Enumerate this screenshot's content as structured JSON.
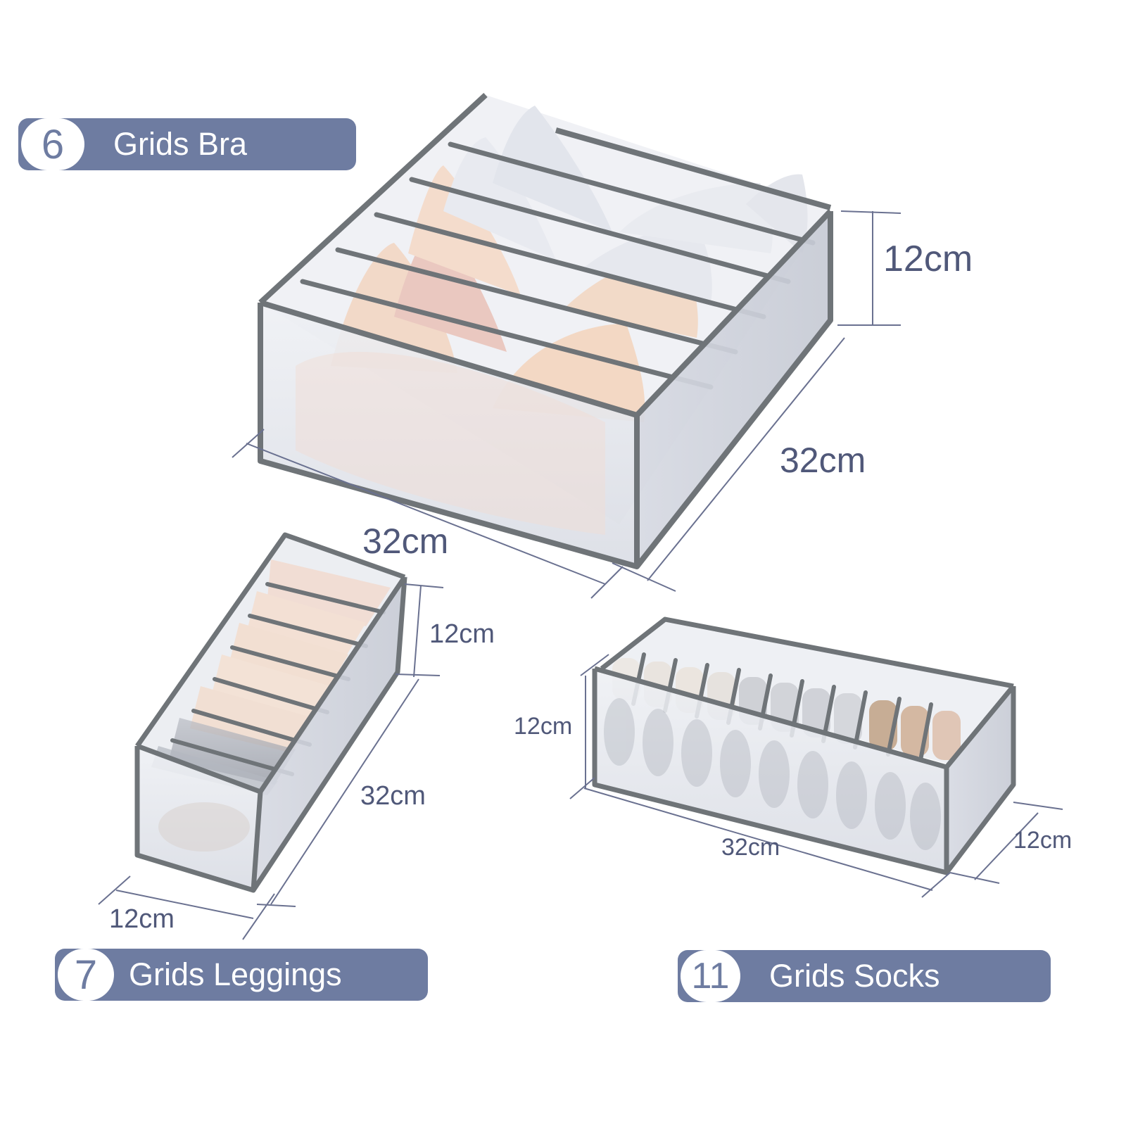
{
  "products": [
    {
      "id": "bra",
      "badge_number": "6",
      "title": "Grids Bra",
      "dimensions": {
        "height": "12cm",
        "depth": "32cm",
        "width": "32cm"
      }
    },
    {
      "id": "leggings",
      "badge_number": "7",
      "title": "Grids Leggings",
      "dimensions": {
        "height": "12cm",
        "length": "32cm",
        "width": "12cm"
      }
    },
    {
      "id": "socks",
      "badge_number": "11",
      "title": "Grids Socks",
      "dimensions": {
        "height": "12cm",
        "length": "32cm",
        "width": "12cm"
      }
    }
  ],
  "colors": {
    "pill_bg": "#6e7ca1",
    "pill_text": "#ffffff",
    "dimension_text": "#505879",
    "box_edge": "#6f7478",
    "mesh": "#e4e6ec"
  }
}
